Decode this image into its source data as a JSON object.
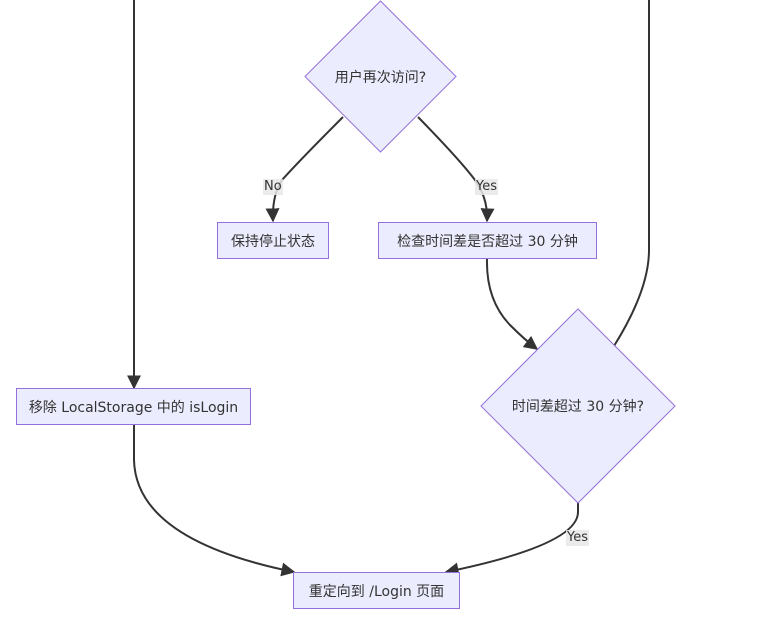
{
  "nodes": {
    "revisit": "用户再次访问?",
    "keep_stopped": "保持停止状态",
    "check_time": "检查时间差是否超过 30 分钟",
    "over_30": "时间差超过 30 分钟?",
    "remove_login": "移除 LocalStorage 中的 isLogin",
    "redirect": "重定向到 /Login 页面"
  },
  "edge_labels": {
    "no": "No",
    "yes_check": "Yes",
    "yes_redirect": "Yes"
  },
  "colors": {
    "node_fill": "#ECECFF",
    "node_stroke": "#9370DB",
    "edge": "#333333",
    "label_bg": "#E8E8E8"
  }
}
